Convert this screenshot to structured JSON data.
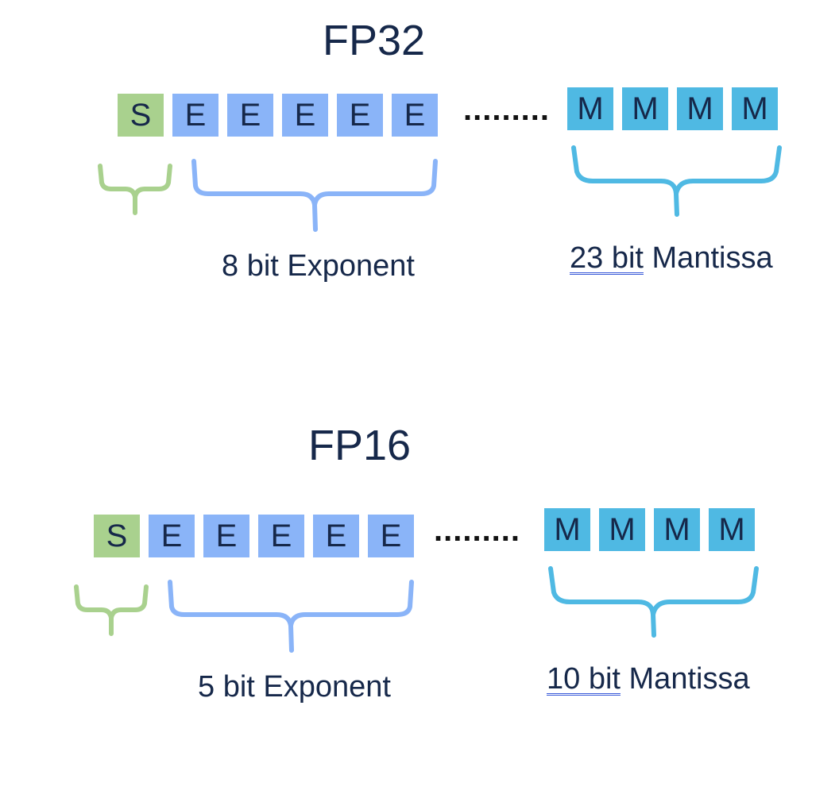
{
  "diagrams": [
    {
      "title": "FP32",
      "sign_bit": "S",
      "exponent_bits": [
        "E",
        "E",
        "E",
        "E",
        "E"
      ],
      "ellipsis": ".........",
      "mantissa_bits": [
        "M",
        "M",
        "M",
        "M"
      ],
      "exponent_label": "8 bit Exponent",
      "mantissa_label_num": "23 bit",
      "mantissa_label_rest": " Mantissa"
    },
    {
      "title": "FP16",
      "sign_bit": "S",
      "exponent_bits": [
        "E",
        "E",
        "E",
        "E",
        "E"
      ],
      "ellipsis": ".........",
      "mantissa_bits": [
        "M",
        "M",
        "M",
        "M"
      ],
      "exponent_label": "5 bit Exponent",
      "mantissa_label_num": "10 bit",
      "mantissa_label_rest": " Mantissa"
    }
  ],
  "colors": {
    "sign": "#a9d18e",
    "exponent": "#8ab4f8",
    "mantissa": "#4fb9e3",
    "text": "#16284a"
  }
}
